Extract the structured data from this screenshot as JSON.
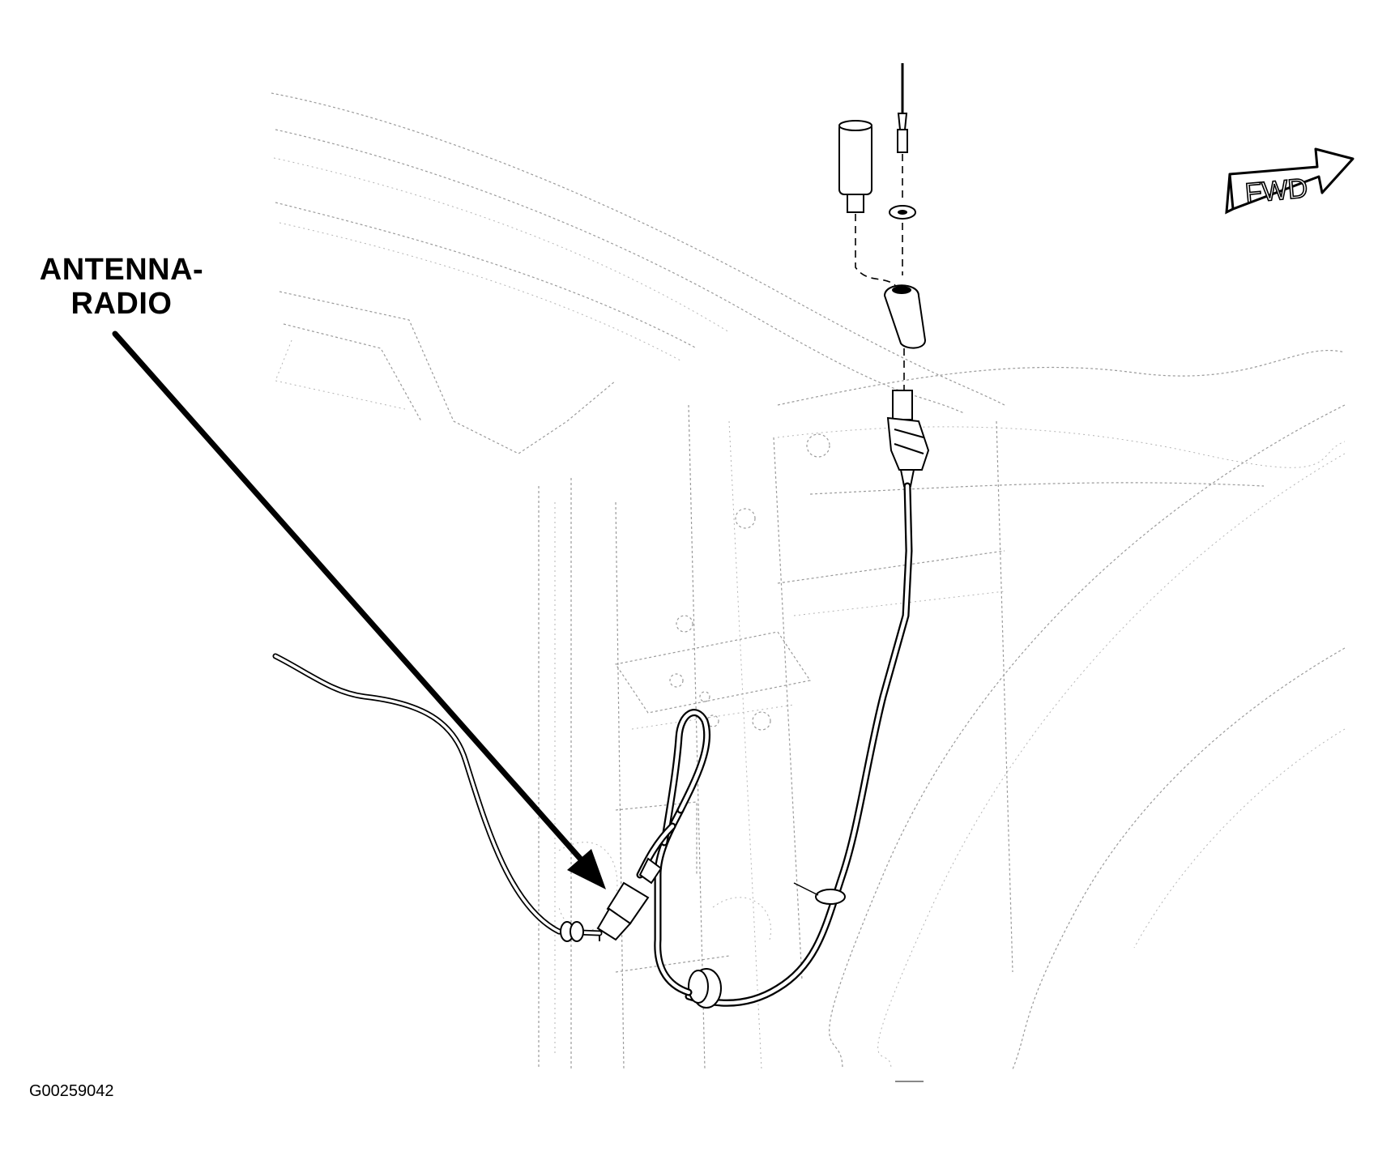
{
  "diagram": {
    "callout_label_line1": "ANTENNA-",
    "callout_label_line2": "RADIO",
    "direction_label": "FWD",
    "figure_id": "G00259042"
  },
  "colors": {
    "ink": "#000000",
    "background": "#ffffff",
    "body_structure": "#9a9a9a"
  },
  "icons": [
    "forward-arrow-icon",
    "leader-arrow-icon"
  ]
}
